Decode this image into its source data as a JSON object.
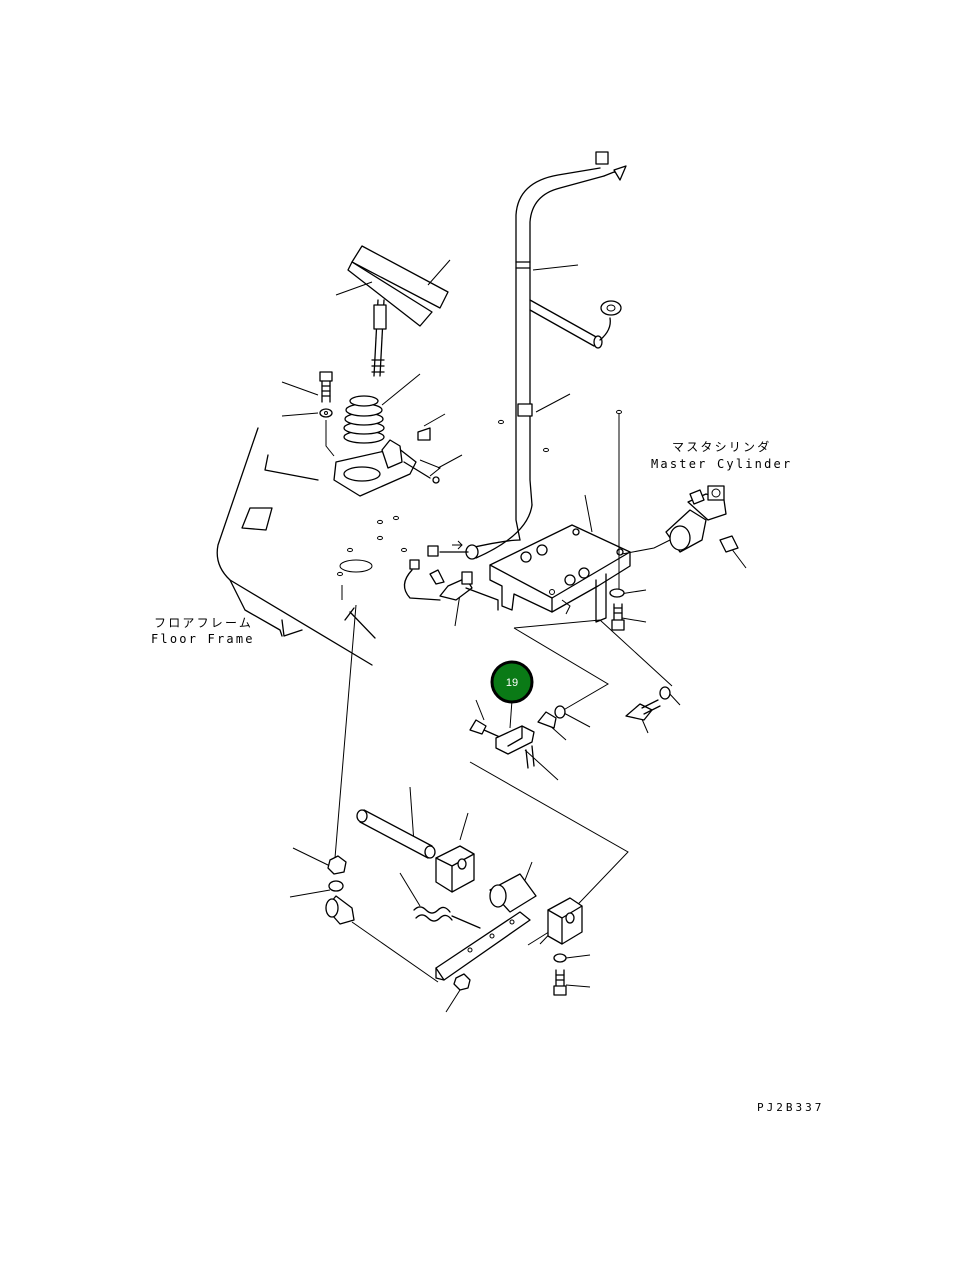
{
  "labels": {
    "master_cylinder_jp": "マスタシリンダ",
    "master_cylinder_en": "Master Cylinder",
    "floor_frame_jp": "フロアフレーム",
    "floor_frame_en": "Floor Frame"
  },
  "callout": {
    "number": "19",
    "color": "#0a7a16",
    "ring_color": "#000000"
  },
  "drawing_code": "PJ2B337"
}
